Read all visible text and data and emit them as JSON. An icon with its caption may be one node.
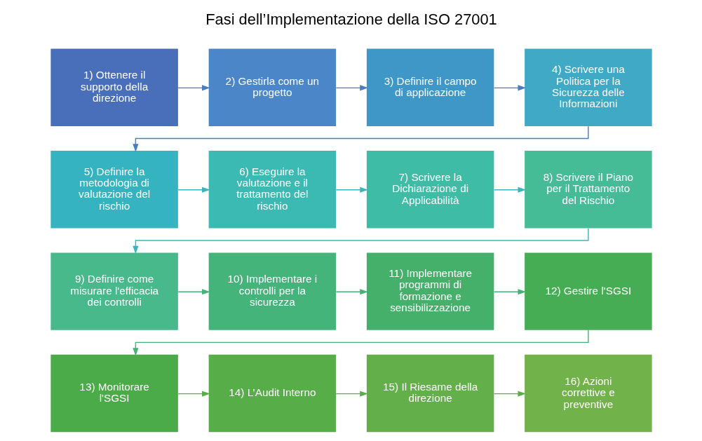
{
  "diagram": {
    "title": "Fasi dell’Implementazione della ISO 27001",
    "nodes": [
      {
        "text": [
          "1) Ottenere il supporto della direzione"
        ]
      },
      {
        "text": [
          "2) Gestirla come un progetto"
        ]
      },
      {
        "text": [
          "3) Definire il campo di applicazione"
        ]
      },
      {
        "text": [
          "4) Scrivere una Politica per la Sicurezza delle Informazioni"
        ]
      },
      {
        "text": [
          "5) Definire la metodologia di valutazione del rischio"
        ]
      },
      {
        "text": [
          "6) Eseguire la valutazione e il trattamento del rischio"
        ]
      },
      {
        "text": [
          "7) Scrivere la Dichiarazione di Applicabilità"
        ]
      },
      {
        "text": [
          "8) Scrivere il Piano per il Trattamento del Rischio"
        ]
      },
      {
        "text": [
          "9) Definire come misurare l'efficacia dei controlli"
        ]
      },
      {
        "text": [
          "10) Implementare i controlli per la sicurezza"
        ]
      },
      {
        "text": [
          "11) Implementare programmi di formazione e sensibilizzazione"
        ]
      },
      {
        "text": [
          "12) Gestire l'SGSI"
        ]
      },
      {
        "text": [
          "13) Monitorare l'SGSI"
        ]
      },
      {
        "text": [
          "14) L’Audit Interno"
        ]
      },
      {
        "text": [
          "15) Il Riesame della direzione"
        ]
      },
      {
        "text": [
          "16) Azioni correttive e preventive"
        ]
      }
    ],
    "edges": [
      {
        "from": 0,
        "to": 1,
        "arrow": "to",
        "color": "#4a7cc0"
      },
      {
        "from": 1,
        "to": 2,
        "arrow": "to",
        "color": "#4a7cc0"
      },
      {
        "from": 2,
        "to": 3,
        "arrow": "to",
        "color": "#4a7cc0"
      },
      {
        "from": 3,
        "to": 4,
        "arrow": "to",
        "color": "#4a7cc0"
      },
      {
        "from": 4,
        "to": 5,
        "arrow": "to",
        "color": "#3bb5bb"
      },
      {
        "from": 5,
        "to": 6,
        "arrow": "to",
        "color": "#3bb5bb"
      },
      {
        "from": 6,
        "to": 7,
        "arrow": "to",
        "color": "#3bb5bb"
      },
      {
        "from": 7,
        "to": 8,
        "arrow": "to",
        "color": "#3bb5bb"
      },
      {
        "from": 8,
        "to": 9,
        "arrow": "to",
        "color": "#46b275"
      },
      {
        "from": 9,
        "to": 10,
        "arrow": "to",
        "color": "#46b275"
      },
      {
        "from": 10,
        "to": 11,
        "arrow": "to",
        "color": "#46b275"
      },
      {
        "from": 11,
        "to": 12,
        "arrow": "to",
        "color": "#46b275"
      },
      {
        "from": 12,
        "to": 13,
        "arrow": "to",
        "color": "#5aae48"
      },
      {
        "from": 13,
        "to": 14,
        "arrow": "to",
        "color": "#5aae48"
      },
      {
        "from": 14,
        "to": 15,
        "arrow": "to",
        "color": "#5aae48"
      }
    ]
  }
}
